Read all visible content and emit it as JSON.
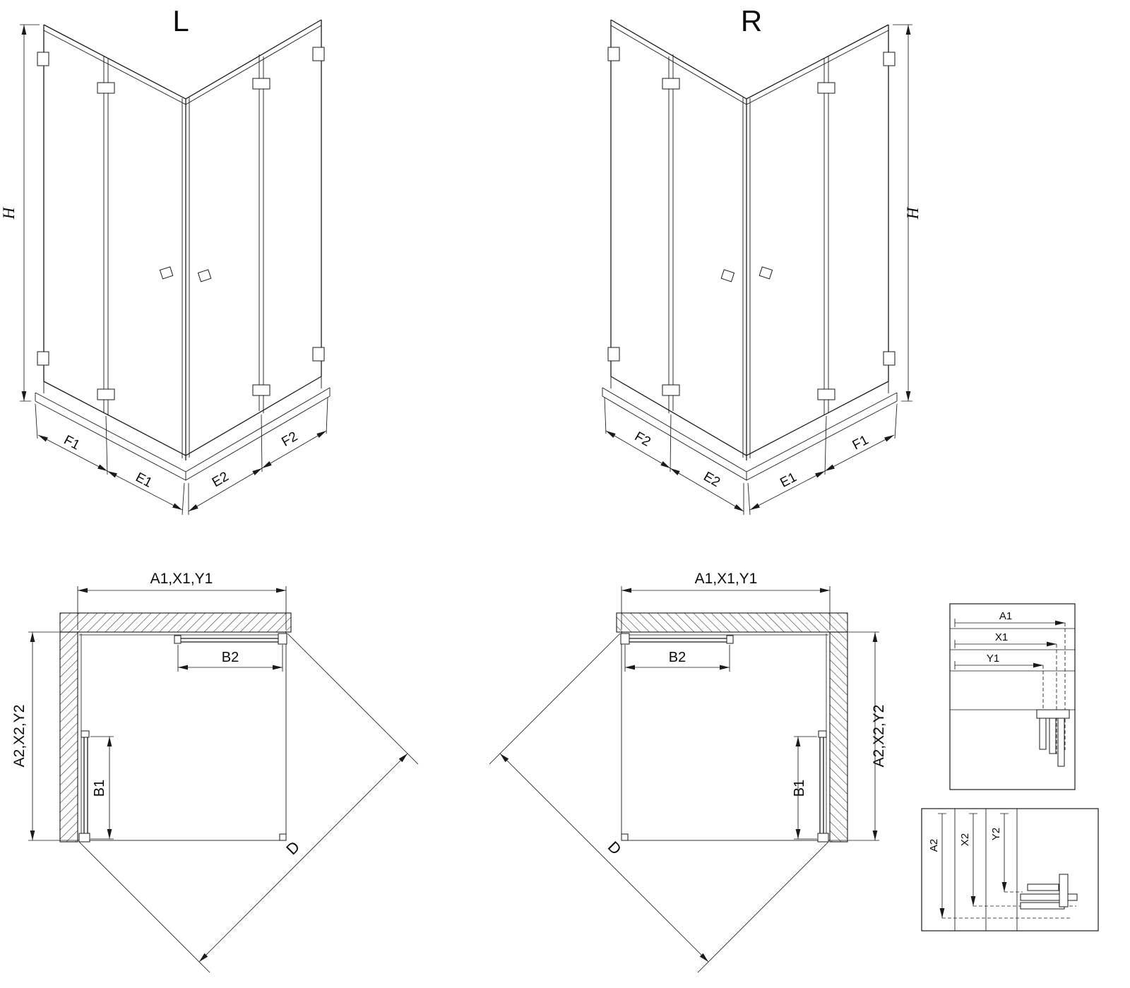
{
  "drawing": {
    "iso_left": {
      "title": "L",
      "height_label": "H",
      "dim_f1": "F1",
      "dim_e1": "E1",
      "dim_e2": "E2",
      "dim_f2": "F2"
    },
    "iso_right": {
      "title": "R",
      "height_label": "H",
      "dim_f1": "F1",
      "dim_e1": "E1",
      "dim_e2": "E2",
      "dim_f2": "F2"
    },
    "plan_left": {
      "dim_width": "A1,X1,Y1",
      "dim_depth": "A2,X2,Y2",
      "dim_door_top": "B2",
      "dim_door_side": "B1",
      "dim_diagonal": "D"
    },
    "plan_right": {
      "dim_width": "A1,X1,Y1",
      "dim_depth": "A2,X2,Y2",
      "dim_door_top": "B2",
      "dim_door_side": "B1",
      "dim_diagonal": "D"
    },
    "detail_top": {
      "rows": [
        "A1",
        "X1",
        "Y1"
      ]
    },
    "detail_bottom": {
      "rows": [
        "A2",
        "X2",
        "Y2"
      ]
    }
  }
}
